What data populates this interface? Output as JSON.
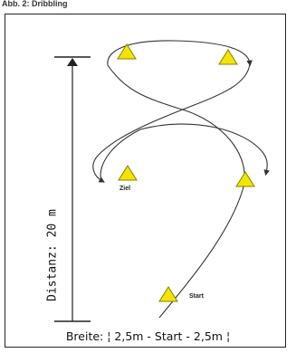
{
  "caption": "Abb. 2: Dribbling",
  "distance_label": "Distanz: 20 m",
  "width_label": "Breite: ¦ 2,5m - Start - 2,5m ¦",
  "markers": {
    "ziel": "Ziel",
    "start": "Start"
  },
  "colors": {
    "cone_fill": "#f2e600",
    "cone_stroke": "#8a7f00",
    "line": "#333333"
  }
}
